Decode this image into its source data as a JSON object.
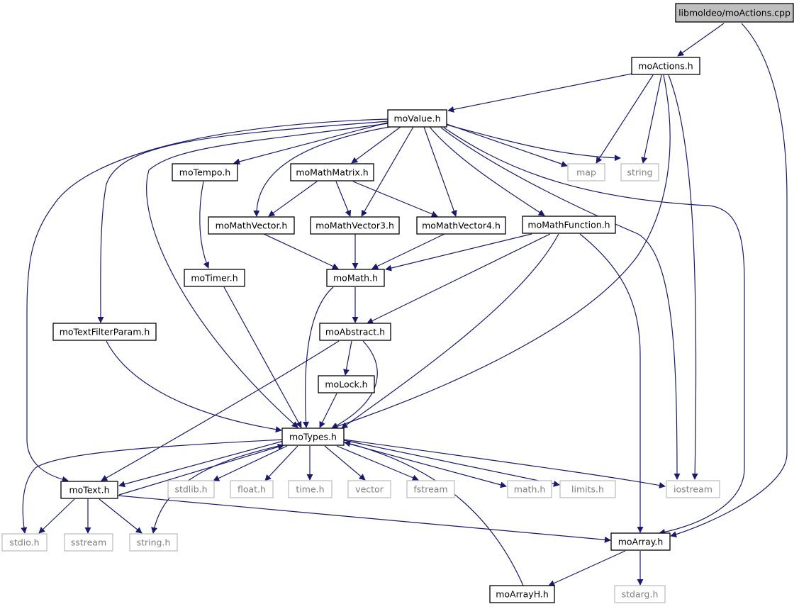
{
  "colors": {
    "edge": "#191970",
    "node_border": "#000000",
    "external_border": "#bfbfbf",
    "external_text": "#7f7f7f",
    "root_fill": "#bfbfbf",
    "node_fill": "#ffffff"
  },
  "nodes": {
    "root": "libmoldeo/moActions.cpp",
    "moActions": "moActions.h",
    "moValue": "moValue.h",
    "moTempo": "moTempo.h",
    "moMathMatrix": "moMathMatrix.h",
    "map": "map",
    "string": "string",
    "moMathVector": "moMathVector.h",
    "moMathVector3": "moMathVector3.h",
    "moMathVector4": "moMathVector4.h",
    "moMathFunction": "moMathFunction.h",
    "moTimer": "moTimer.h",
    "moMath": "moMath.h",
    "moTextFilterParam": "moTextFilterParam.h",
    "moAbstract": "moAbstract.h",
    "moLock": "moLock.h",
    "moTypes": "moTypes.h",
    "moText": "moText.h",
    "stdlib": "stdlib.h",
    "float": "float.h",
    "time": "time.h",
    "vector": "vector",
    "fstream": "fstream",
    "mathh": "math.h",
    "limits": "limits.h",
    "iostream": "iostream",
    "stdio": "stdio.h",
    "sstream": "sstream",
    "stringh": "string.h",
    "moArray": "moArray.h",
    "moArrayH": "moArrayH.h",
    "stdarg": "stdarg.h"
  }
}
